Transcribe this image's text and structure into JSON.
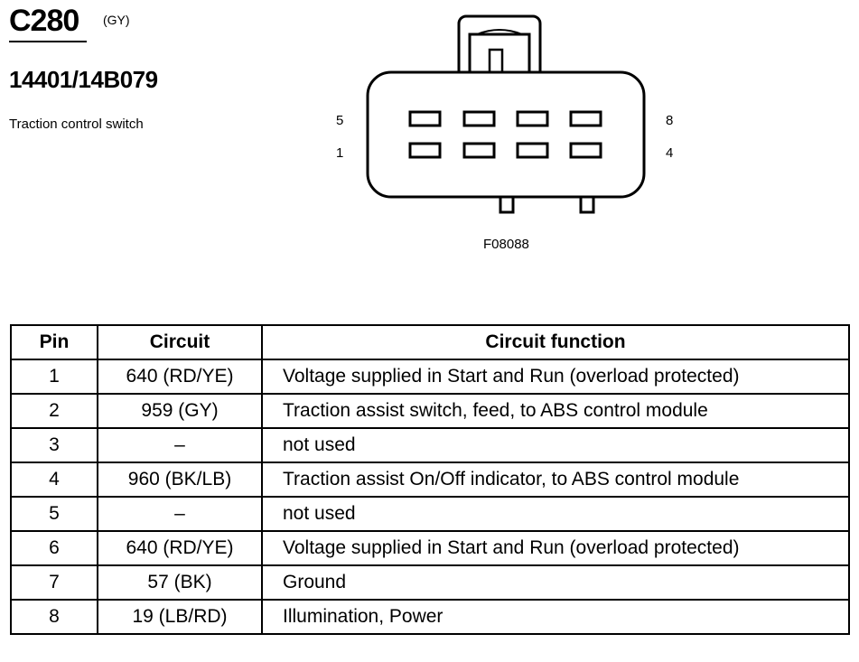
{
  "header": {
    "connector_id": "C280",
    "connector_color": "(GY)",
    "part_number": "14401/14B079",
    "component_name": "Traction control switch"
  },
  "diagram": {
    "pin_labels": {
      "top_left": "5",
      "bottom_left": "1",
      "top_right": "8",
      "bottom_right": "4"
    },
    "figure_code": "F08088"
  },
  "table": {
    "headers": {
      "pin": "Pin",
      "circuit": "Circuit",
      "function": "Circuit function"
    },
    "rows": [
      {
        "pin": "1",
        "circuit": "640 (RD/YE)",
        "function": "Voltage supplied in Start and Run (overload protected)"
      },
      {
        "pin": "2",
        "circuit": "959 (GY)",
        "function": "Traction assist switch, feed, to ABS control module"
      },
      {
        "pin": "3",
        "circuit": "–",
        "function": "not used"
      },
      {
        "pin": "4",
        "circuit": "960 (BK/LB)",
        "function": "Traction assist On/Off indicator, to ABS control module"
      },
      {
        "pin": "5",
        "circuit": "–",
        "function": "not used"
      },
      {
        "pin": "6",
        "circuit": "640 (RD/YE)",
        "function": "Voltage supplied in Start and Run (overload protected)"
      },
      {
        "pin": "7",
        "circuit": "57 (BK)",
        "function": "Ground"
      },
      {
        "pin": "8",
        "circuit": "19 (LB/RD)",
        "function": "Illumination, Power"
      }
    ]
  }
}
